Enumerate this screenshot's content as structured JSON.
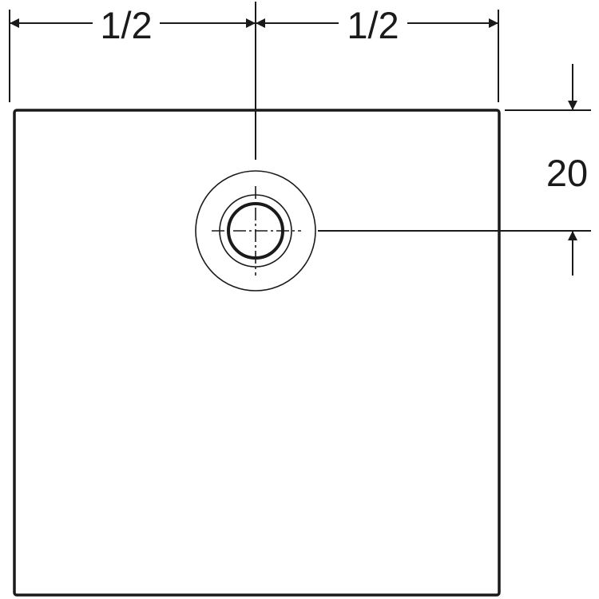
{
  "dimensions": {
    "left_half": "1/2",
    "right_half": "1/2",
    "drain_offset": "20"
  },
  "colors": {
    "line": "#1a1a1a",
    "background": "#ffffff"
  },
  "icons": {
    "drain": "floor-drain-icon"
  }
}
